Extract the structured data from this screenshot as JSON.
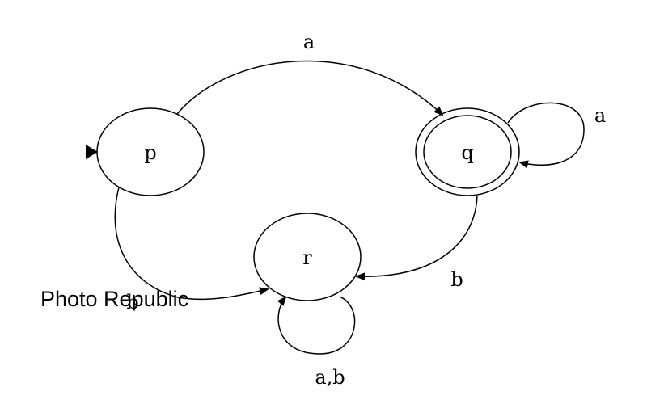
{
  "states": {
    "p": {
      "label": "p",
      "initial": true,
      "accepting": false
    },
    "q": {
      "label": "q",
      "initial": false,
      "accepting": true
    },
    "r": {
      "label": "r",
      "initial": false,
      "accepting": false
    }
  },
  "transitions": [
    {
      "from": "p",
      "to": "q",
      "label": "a"
    },
    {
      "from": "q",
      "to": "q",
      "label": "a"
    },
    {
      "from": "q",
      "to": "r",
      "label": "b"
    },
    {
      "from": "p",
      "to": "r",
      "label": "b"
    },
    {
      "from": "r",
      "to": "r",
      "label": "a,b"
    }
  ],
  "watermark": "Photo Republic",
  "colors": {
    "stroke": "#000000",
    "background": "#ffffff"
  }
}
